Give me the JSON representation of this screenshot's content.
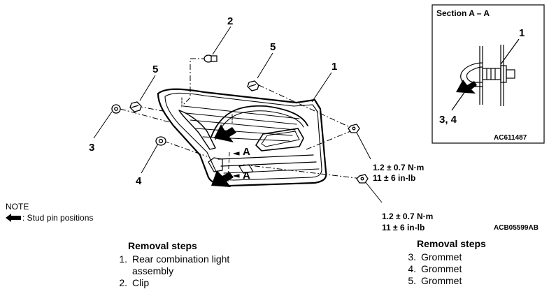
{
  "callouts": {
    "c1": "1",
    "c2": "2",
    "c3": "3",
    "c4": "4",
    "c5a": "5",
    "c5b": "5",
    "sec_a_top": "A",
    "sec_a_bottom": "A"
  },
  "torque": {
    "upper": {
      "line1": "1.2 ± 0.7 N·m",
      "line2": "11 ± 6 in-lb"
    },
    "lower": {
      "line1": "1.2 ± 0.7 N·m",
      "line2": "11 ± 6 in-lb"
    }
  },
  "section": {
    "title": "Section A – A",
    "callout_1": "1",
    "callout_34": "3, 4",
    "code": "AC611487"
  },
  "figure_code": "ACB05599AB",
  "note": {
    "heading": "NOTE",
    "legend": ": Stud pin positions"
  },
  "removal_left": {
    "heading": "Removal steps",
    "steps": [
      {
        "num": "1.",
        "text": "Rear combination light assembly"
      },
      {
        "num": "2.",
        "text": "Clip"
      }
    ]
  },
  "removal_right": {
    "heading": "Removal steps",
    "steps": [
      {
        "num": "3.",
        "text": "Grommet"
      },
      {
        "num": "4.",
        "text": "Grommet"
      },
      {
        "num": "5.",
        "text": "Grommet"
      }
    ]
  }
}
